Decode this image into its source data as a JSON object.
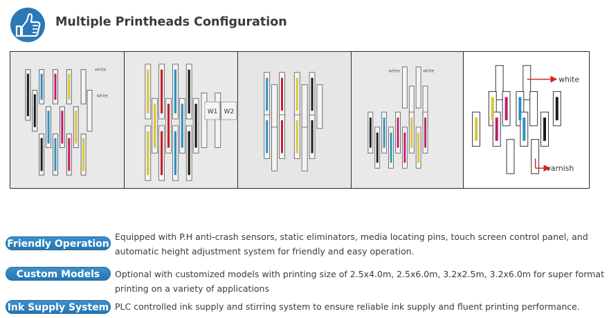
{
  "header": {
    "icon": "thumbs-up-icon",
    "title": "Multiple Printheads Configuration",
    "accent_color": "#2b78b6"
  },
  "panels": [
    {
      "labels": [
        "white",
        "white"
      ]
    },
    {
      "labels": [
        "W1",
        "W2"
      ]
    },
    {
      "labels": []
    },
    {
      "labels": [
        "white",
        "white"
      ]
    },
    {
      "labels": [
        "white",
        "varnish"
      ]
    }
  ],
  "ink_colors": {
    "cyan": "#2a8fc4",
    "magenta": "#c2186b",
    "yellow": "#d8c43a",
    "black": "#1a1a1a",
    "red": "#c21f2a",
    "arrow": "#e02020"
  },
  "features": [
    {
      "label": "Friendly Operation",
      "text": "Equipped with P.H anti-crash sensors, static eliminators, media locating pins, touch screen control panel, and automatic height adjustment system for friendly and easy operation."
    },
    {
      "label": "Custom Models",
      "text": "Optional with customized models with printing size of 2.5x4.0m, 2.5x6.0m, 3.2x2.5m, 3.2x6.0m for super format printing on a variety of applications"
    },
    {
      "label": "Ink Supply System",
      "text": "PLC controlled ink supply and stirring system to ensure reliable ink supply and fluent printing performance."
    }
  ]
}
